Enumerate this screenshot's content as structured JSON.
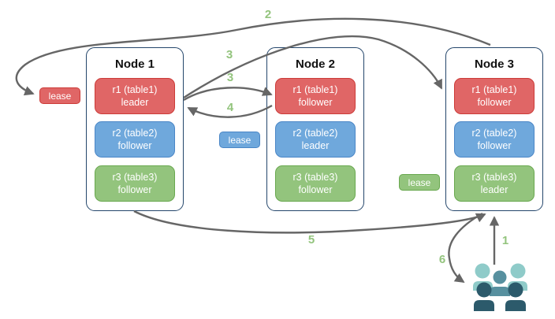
{
  "nodes": [
    {
      "title": "Node 1",
      "replicas": [
        {
          "name": "r1 (table1)",
          "role": "leader",
          "color": "#e06666"
        },
        {
          "name": "r2 (table2)",
          "role": "follower",
          "color": "#6fa8dc"
        },
        {
          "name": "r3 (table3)",
          "role": "follower",
          "color": "#93c47d"
        }
      ]
    },
    {
      "title": "Node 2",
      "replicas": [
        {
          "name": "r1 (table1)",
          "role": "follower",
          "color": "#e06666"
        },
        {
          "name": "r2 (table2)",
          "role": "leader",
          "color": "#6fa8dc"
        },
        {
          "name": "r3 (table3)",
          "role": "follower",
          "color": "#93c47d"
        }
      ]
    },
    {
      "title": "Node 3",
      "replicas": [
        {
          "name": "r1 (table1)",
          "role": "follower",
          "color": "#e06666"
        },
        {
          "name": "r2 (table2)",
          "role": "follower",
          "color": "#6fa8dc"
        },
        {
          "name": "r3 (table3)",
          "role": "leader",
          "color": "#93c47d"
        }
      ]
    }
  ],
  "leases": [
    {
      "label": "lease",
      "color": "#e06666"
    },
    {
      "label": "lease",
      "color": "#6fa8dc"
    },
    {
      "label": "lease",
      "color": "#93c47d"
    }
  ],
  "step_labels": [
    {
      "text": "2"
    },
    {
      "text": "3"
    },
    {
      "text": "3"
    },
    {
      "text": "4"
    },
    {
      "text": "5"
    },
    {
      "text": "1"
    },
    {
      "text": "6"
    }
  ],
  "icons": {
    "users_group": "users-group-icon"
  },
  "colors": {
    "replica_red": "#e06666",
    "replica_red_border": "#cc3b38",
    "replica_blue": "#6fa8dc",
    "replica_blue_border": "#4a86c6",
    "replica_green": "#93c47d",
    "replica_green_border": "#69a84f",
    "node_border": "#24466b",
    "arrow": "#666666",
    "step_label": "#93c47d",
    "users_light": "#8fcbc9",
    "users_mid": "#57909f",
    "users_dark": "#2c5a6b"
  }
}
